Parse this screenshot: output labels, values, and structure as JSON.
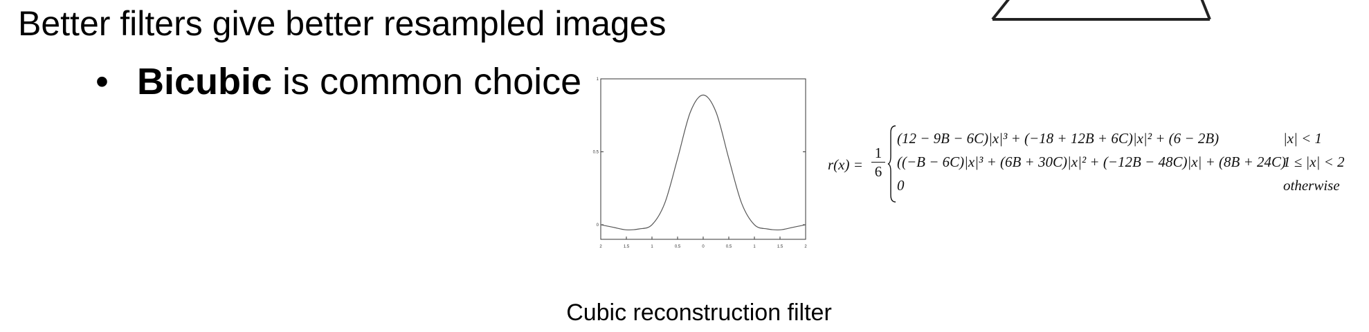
{
  "slide": {
    "title": "Better filters give better resampled images",
    "bullet": {
      "marker": "•",
      "strong": "Bicubic",
      "rest": " is common choice"
    },
    "caption": "Cubic reconstruction filter"
  },
  "formula": {
    "lhs": "r(x) =",
    "frac_num": "1",
    "frac_den": "6",
    "cases": [
      {
        "expr": "(12 − 9B − 6C)|x|³ + (−18 + 12B + 6C)|x|² + (6 − 2B)",
        "cond": "|x| < 1"
      },
      {
        "expr": "((−B − 6C)|x|³ + (6B + 30C)|x|² + (−12B − 48C)|x| + (8B + 24C)",
        "cond": "1 ≤ |x| < 2"
      },
      {
        "expr": "0",
        "cond": "otherwise"
      }
    ]
  },
  "chart_data": {
    "type": "line",
    "title": "",
    "xlabel": "",
    "ylabel": "",
    "xlim": [
      -2,
      2
    ],
    "ylim": [
      -0.1,
      1
    ],
    "x_ticks": [
      "2",
      "1.5",
      "1",
      "0.5",
      "0",
      "0.5",
      "1",
      "1.5",
      "2"
    ],
    "y_ticks": [
      "0",
      "0.5",
      "1"
    ],
    "series": [
      {
        "name": "",
        "x": [
          -2,
          -1.75,
          -1.5,
          -1.25,
          -1,
          -0.75,
          -0.5,
          -0.25,
          0,
          0.25,
          0.5,
          0.75,
          1,
          1.25,
          1.5,
          1.75,
          2
        ],
        "y": [
          0,
          -0.018,
          -0.035,
          -0.029,
          0,
          0.148,
          0.454,
          0.773,
          0.889,
          0.773,
          0.454,
          0.148,
          0,
          -0.029,
          -0.035,
          -0.018,
          0
        ]
      }
    ],
    "grid": false,
    "line_color": "#555555"
  }
}
